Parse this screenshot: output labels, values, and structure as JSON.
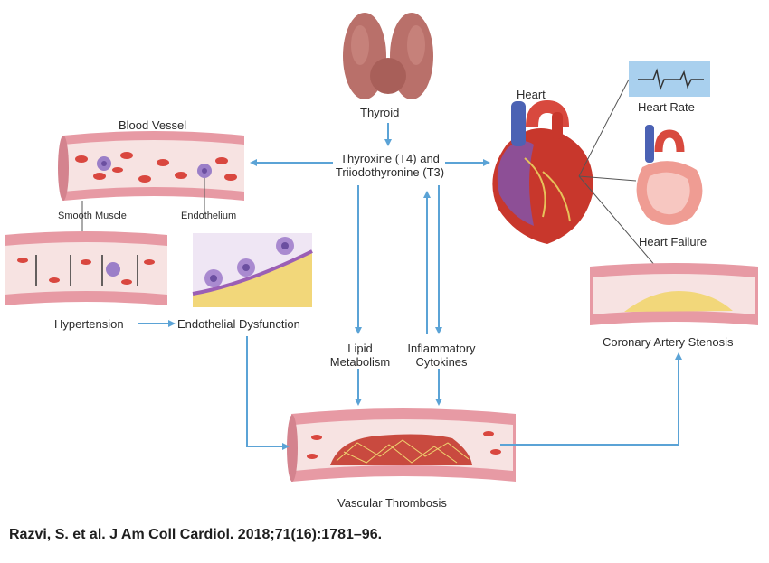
{
  "labels": {
    "thyroid": "Thyroid",
    "hormones_line1": "Thyroxine (T4) and",
    "hormones_line2": "Triiodothyronine (T3)",
    "blood_vessel": "Blood Vessel",
    "smooth_muscle": "Smooth Muscle",
    "endothelium": "Endothelium",
    "hypertension": "Hypertension",
    "endothelial_dysfunction": "Endothelial Dysfunction",
    "lipid_line1": "Lipid",
    "lipid_line2": "Metabolism",
    "cytokines_line1": "Inflammatory",
    "cytokines_line2": "Cytokines",
    "heart": "Heart",
    "heart_rate": "Heart Rate",
    "heart_failure": "Heart Failure",
    "coronary_stenosis": "Coronary Artery Stenosis",
    "vascular_thrombosis": "Vascular Thrombosis"
  },
  "citation": "Razvi, S. et al. J Am Coll Cardiol. 2018;71(16):1781–96.",
  "colors": {
    "arrow": "#5ba3d6",
    "vessel_wall": "#e79aa4",
    "vessel_lumen": "#f7e3e2",
    "plaque": "#f2d77a",
    "heart_red": "#c8372c",
    "heart_blue": "#4b62b4",
    "thyroid": "#b9706a",
    "ecg_box": "#a9d0ee"
  }
}
